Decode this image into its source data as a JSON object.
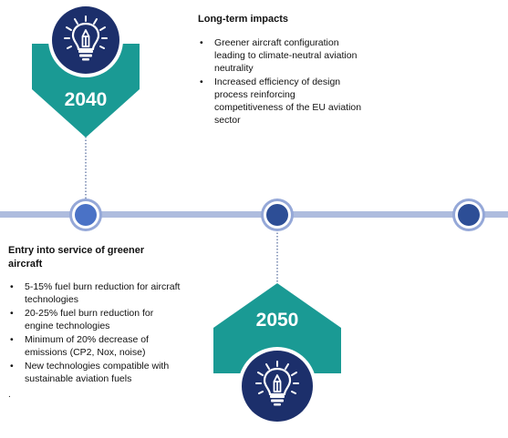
{
  "colors": {
    "teal": "#1a9a94",
    "navy": "#1c2f6b",
    "timeline": "#aebcde",
    "node_2040_fill": "#4a72c6",
    "node_ring": "#95a8d8",
    "node_fill": "#2d4e96",
    "connector": "#2e4a86",
    "bullet": "#111111"
  },
  "milestones": [
    {
      "year": "2040",
      "icon": "lightbulb-pencil-icon",
      "heading": "Long-term impacts",
      "bullets": [
        "Greener aircraft configuration leading to climate-neutral aviation neutrality",
        "Increased efficiency of design process reinforcing competitiveness of the EU aviation sector"
      ]
    },
    {
      "year": "2050",
      "icon": "lightbulb-pencil-icon",
      "heading": "Entry into service of greener aircraft",
      "bullets": [
        "5-15% fuel burn reduction for aircraft technologies",
        "20-25% fuel burn reduction for engine technologies",
        "Minimum of 20% decrease of emissions (CP2, Nox, noise)",
        "New technologies compatible with sustainable aviation fuels"
      ],
      "trailing": "."
    }
  ],
  "bullet_symbol": "•"
}
